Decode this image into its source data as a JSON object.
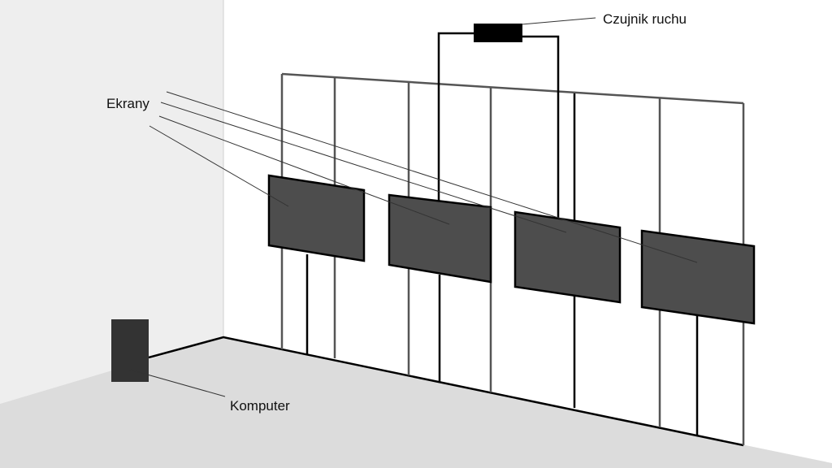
{
  "labels": {
    "motion_sensor": "Czujnik ruchu",
    "screens": "Ekrany",
    "computer": "Komputer"
  },
  "colors": {
    "left_wall": "#eeeeee",
    "floor": "#dcdcdc",
    "frame": "#555555",
    "support": "#000000",
    "screen_fill": "#4d4d4d",
    "computer": "#333333",
    "leader": "#333333"
  },
  "counts": {
    "screens": 4
  }
}
